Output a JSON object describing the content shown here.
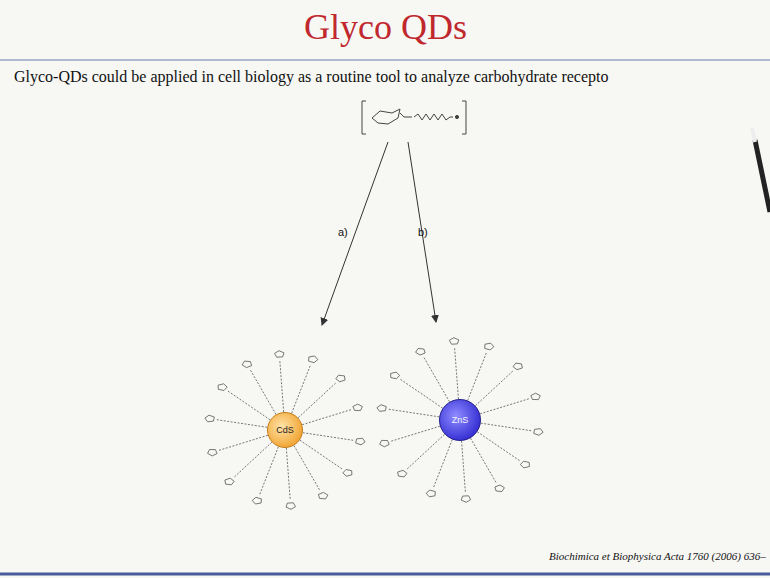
{
  "diagram": {
    "title": "Glyco QDs",
    "nodes": [
      {
        "text": [
          "CdS"
        ]
      },
      {
        "text": [
          "ZnS"
        ]
      }
    ],
    "labels": [
      "Glyco-QDs could be applied in cell biology as a routine tool to analyze carbohydrate recepto",
      "a)",
      "b)",
      "Biochimica et Biophysica Acta 1760 (2006) 636–"
    ]
  }
}
